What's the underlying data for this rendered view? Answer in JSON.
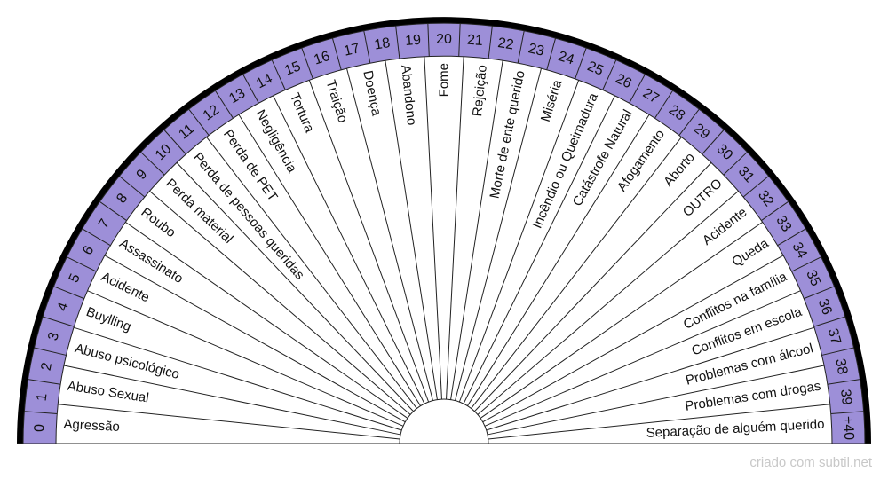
{
  "chart_data": {
    "type": "semicircle-dial",
    "numbers": [
      "0",
      "1",
      "2",
      "3",
      "4",
      "5",
      "6",
      "7",
      "8",
      "9",
      "10",
      "11",
      "12",
      "13",
      "14",
      "15",
      "16",
      "17",
      "18",
      "19",
      "20",
      "21",
      "22",
      "23",
      "24",
      "25",
      "26",
      "27",
      "28",
      "29",
      "30",
      "31",
      "32",
      "33",
      "34",
      "35",
      "36",
      "37",
      "38",
      "39",
      "+40"
    ],
    "labels": [
      "Agressão",
      "Abuso Sexual",
      "Abuso psicológico",
      "Buylling",
      "Acidente",
      "Assassinato",
      "Roubo",
      "Perda material",
      "Perda de pessoas queridas",
      "Perda de PET",
      "Negligência",
      "Tortura",
      "Traição",
      "Doença",
      "Abandono",
      "Fome",
      "Rejeição",
      "Morte de ente querido",
      "Miséria",
      "Incêndio ou Queimadura",
      "Catástrofe Natural",
      "Afogamento",
      "Aborto",
      "OUTRO",
      "Acidente",
      "Queda",
      "Conflitos na família",
      "Conflitos em escola",
      "Problemas com álcool",
      "Problemas com drogas",
      "Separação de alguém querido"
    ],
    "colors": {
      "number_band": "#9d8fd8",
      "outer_rim": "#000000",
      "lines": "#222222",
      "background": "#ffffff"
    }
  },
  "credit": "criado com subtil.net"
}
